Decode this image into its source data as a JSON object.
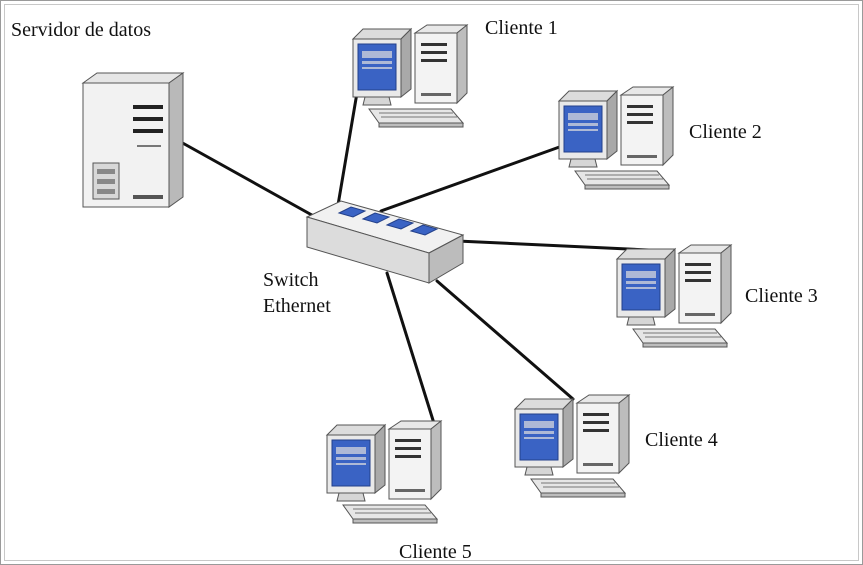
{
  "diagram": {
    "server_label": "Servidor de datos",
    "switch_label": "Switch\nEthernet",
    "clients": [
      {
        "label": "Cliente 1"
      },
      {
        "label": "Cliente 2"
      },
      {
        "label": "Cliente 3"
      },
      {
        "label": "Cliente 4"
      },
      {
        "label": "Cliente 5"
      }
    ]
  },
  "colors": {
    "screen": "#3a63c4",
    "case_light": "#f2f2f2",
    "case_shade": "#cfcfcf",
    "outline": "#555555",
    "cable": "#111111"
  }
}
